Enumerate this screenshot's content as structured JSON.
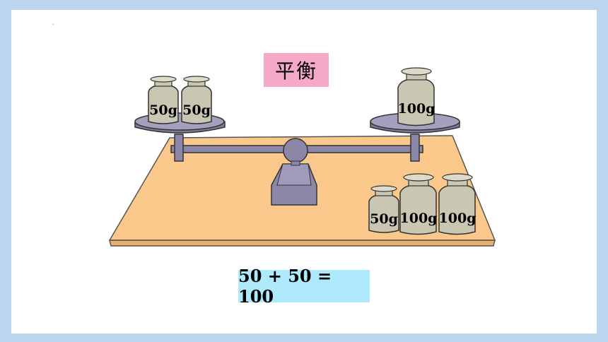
{
  "title": "平衡",
  "equation": "50 + 50 = 100",
  "left_pan": {
    "weights": [
      "50g",
      "50g"
    ]
  },
  "right_pan": {
    "weights": [
      "100g"
    ]
  },
  "spare_weights": [
    "50g",
    "100g",
    "100g"
  ],
  "colors": {
    "background": "#bcd5ee",
    "title_box": "#f5a8c8",
    "equation_box": "#aeeafc",
    "table": "#f9c88a",
    "balance": "#8c87a8",
    "weight": "#c9c7b2"
  }
}
